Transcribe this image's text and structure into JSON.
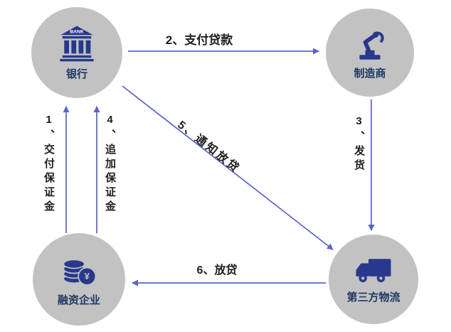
{
  "diagram": {
    "nodes": {
      "bank": {
        "label": "银行",
        "icon": "bank-building-icon",
        "icon_text": "BANK"
      },
      "manufacturer": {
        "label": "制造商",
        "icon": "robot-arm-icon"
      },
      "financing": {
        "label": "融资企业",
        "icon": "coins-icon",
        "icon_text": "¥"
      },
      "logistics": {
        "label": "第三方物流",
        "icon": "truck-icon"
      }
    },
    "flows": {
      "f1": {
        "label": "1、交付保证金",
        "from": "融资企业",
        "to": "银行"
      },
      "f2": {
        "label": "2、支付贷款",
        "from": "银行",
        "to": "制造商"
      },
      "f3": {
        "label": "3、发货",
        "from": "制造商",
        "to": "第三方物流"
      },
      "f4": {
        "label": "4、追加保证金",
        "from": "融资企业",
        "to": "银行"
      },
      "f5": {
        "label": "5、通知放贷",
        "from": "银行",
        "to": "第三方物流"
      },
      "f6": {
        "label": "6、放贷",
        "from": "第三方物流",
        "to": "融资企业"
      }
    },
    "colors": {
      "circle_fill": "#c2c2c2",
      "icon_fill": "#28388c",
      "arrow_stroke": "#5a64c8",
      "node_label_color": "#1f3864",
      "flow_label_color": "#1f1f1f",
      "background": "#ffffff"
    }
  }
}
